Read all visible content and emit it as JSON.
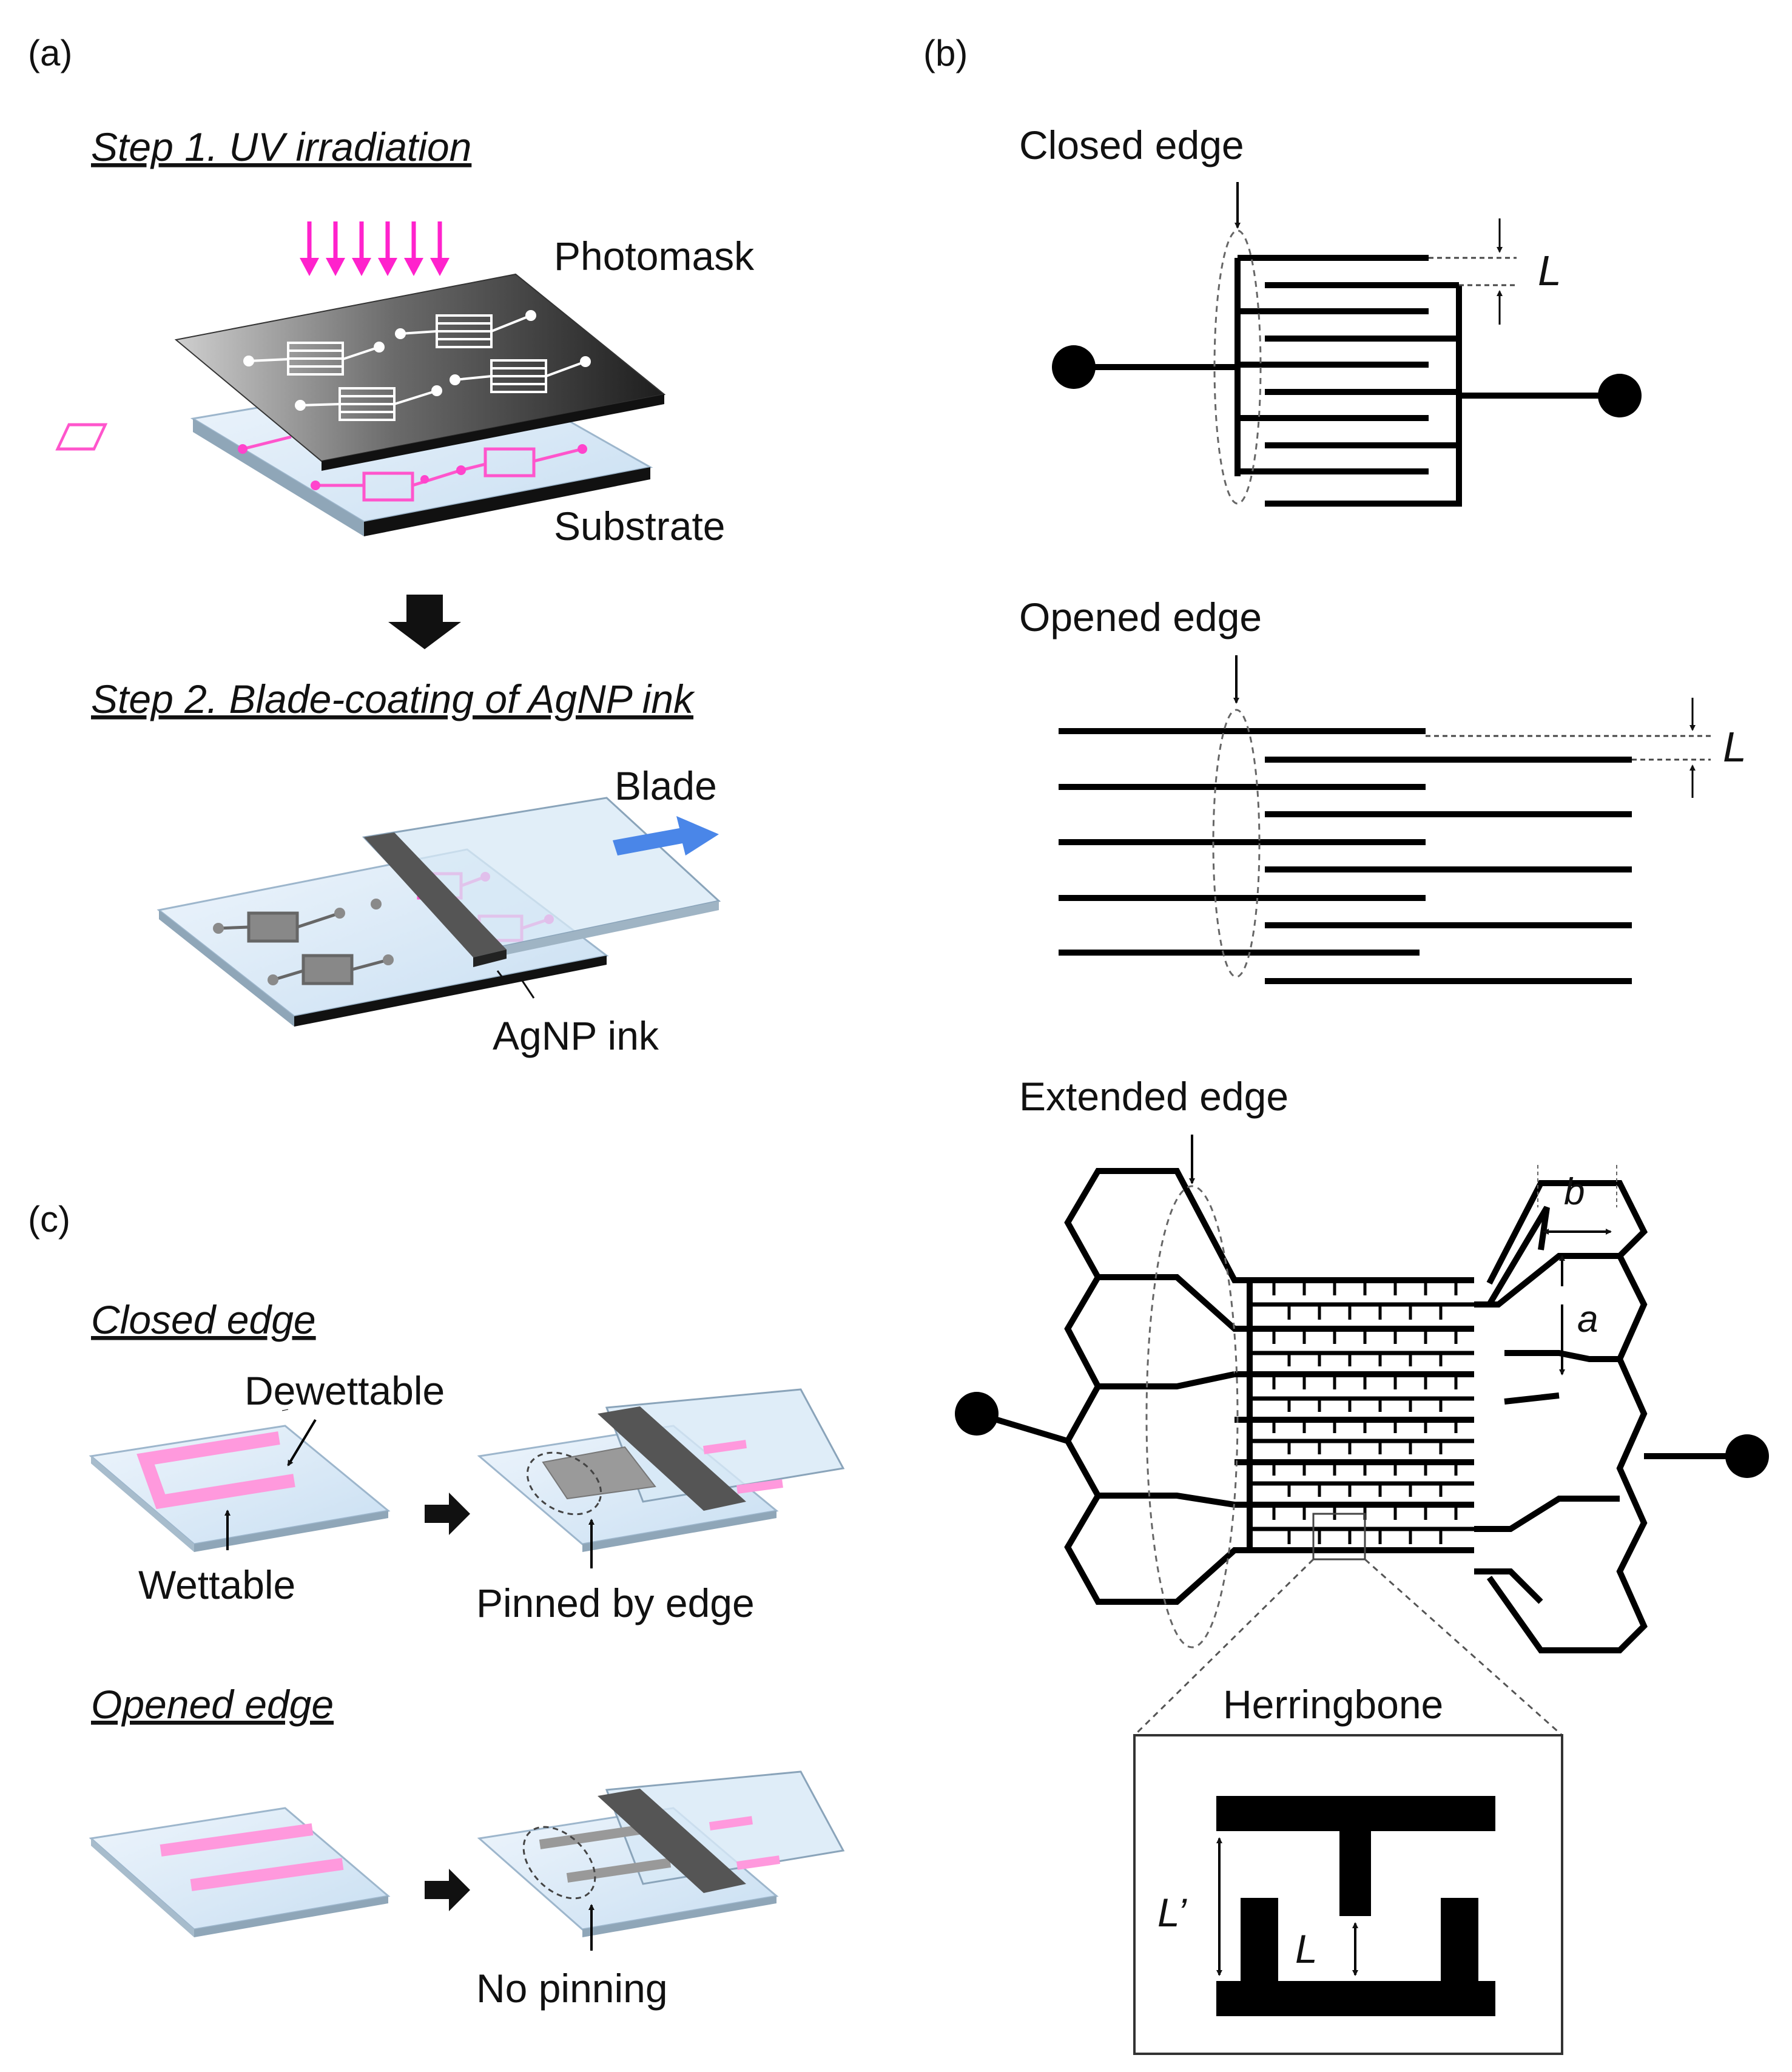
{
  "panels": {
    "a": {
      "label": "(a)",
      "step1": "Step 1. UV irradiation",
      "photomask": "Photomask",
      "substrate": "Substrate",
      "step2": "Step 2. Blade-coating of AgNP ink",
      "blade": "Blade",
      "ink": "AgNP ink"
    },
    "b": {
      "label": "(b)",
      "closed_title": "Closed edge",
      "opened_title": "Opened edge",
      "extended_title": "Extended edge",
      "L": "L",
      "dim_a": "a",
      "dim_b": "b",
      "herringbone": "Herringbone",
      "L_prime": "L’"
    },
    "c": {
      "label": "(c)",
      "closed_title": "Closed edge",
      "dewettable": "Dewettable",
      "wettable": "Wettable",
      "pinned": "Pinned by edge",
      "opened_title": "Opened edge",
      "no_pinning": "No pinning"
    }
  },
  "colors": {
    "magenta": "#ff33cc",
    "pink_pattern": "#ff99dd",
    "glass": "#dbeaf7",
    "blade_dark": "#505050",
    "arrow_blue": "#4a86e8"
  }
}
